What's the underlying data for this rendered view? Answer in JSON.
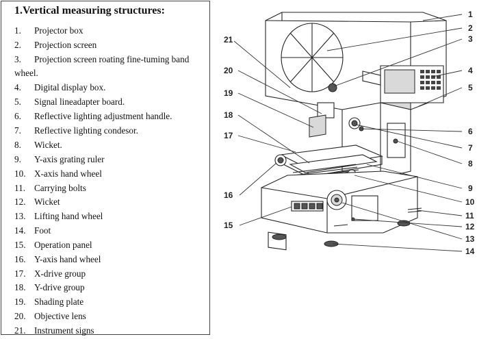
{
  "title": "1.Vertical measuring structures:",
  "items": [
    {
      "num": "1.",
      "label": "Projector box"
    },
    {
      "num": "2.",
      "label": "Projection screen"
    },
    {
      "num": "3.",
      "label": "Projection screen roating fine-tuming band",
      "label2": "wheel."
    },
    {
      "num": "4.",
      "label": "Digital display box."
    },
    {
      "num": "5.",
      "label": "Signal lineadapter board."
    },
    {
      "num": "6.",
      "label": "Reflective lighting adjustment handle."
    },
    {
      "num": "7.",
      "label": "Reflective lighting condesor."
    },
    {
      "num": "8.",
      "label": "Wicket."
    },
    {
      "num": "9.",
      "label": "Y-axis grating ruler"
    },
    {
      "num": "10.",
      "label": "X-axis hand wheel"
    },
    {
      "num": "11.",
      "label": "Carrying bolts"
    },
    {
      "num": "12.",
      "label": "Wicket"
    },
    {
      "num": "13.",
      "label": "Lifting hand wheel"
    },
    {
      "num": "14.",
      "label": "Foot"
    },
    {
      "num": "15.",
      "label": "Operation panel"
    },
    {
      "num": "16.",
      "label": "Y-axis hand wheel"
    },
    {
      "num": "17.",
      "label": "X-drive group"
    },
    {
      "num": "18.",
      "label": "Y-drive group"
    },
    {
      "num": "19.",
      "label": "Shading plate"
    },
    {
      "num": "20.",
      "label": "Objective lens"
    },
    {
      "num": "21.",
      "label": "Instrument signs"
    }
  ],
  "callouts": [
    "1",
    "2",
    "3",
    "4",
    "5",
    "6",
    "7",
    "8",
    "9",
    "10",
    "11",
    "12",
    "13",
    "14",
    "15",
    "16",
    "17",
    "18",
    "19",
    "20",
    "21"
  ]
}
